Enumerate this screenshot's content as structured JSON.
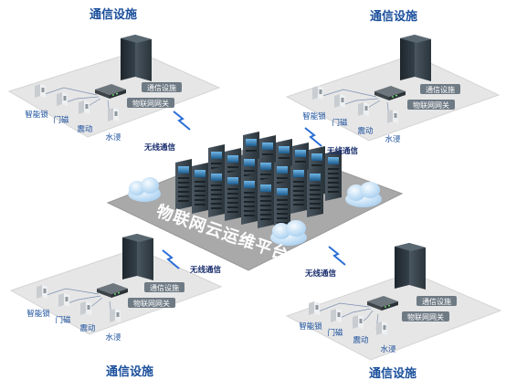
{
  "sites": {
    "top_left": {
      "title": "通信设施",
      "server_label": "通信设施",
      "gateway_label": "物联网网关",
      "devices": [
        "智能锁",
        "门磁",
        "震动",
        "水浸"
      ]
    },
    "top_right": {
      "title": "通信设施",
      "server_label": "通信设施",
      "gateway_label": "物联网网关",
      "devices": [
        "智能锁",
        "门磁",
        "震动",
        "水浸"
      ]
    },
    "bottom_left": {
      "title": "通信设施",
      "server_label": "通信设施",
      "gateway_label": "物联网网关",
      "devices": [
        "智能锁",
        "门磁",
        "震动",
        "水浸"
      ]
    },
    "bottom_right": {
      "title": "通信设施",
      "server_label": "通信设施",
      "gateway_label": "物联网网关",
      "devices": [
        "智能锁",
        "门磁",
        "震动",
        "水浸"
      ]
    }
  },
  "links": {
    "top_left": "无线通信",
    "top_right": "无线通信",
    "bottom_left": "无线通信",
    "bottom_right": "无线通信"
  },
  "platform": {
    "label": "物联网云运维平台"
  },
  "colors": {
    "accent": "#1a4f9c",
    "platform": "#a9a9a9",
    "tile": "#e3e3e3",
    "rack": "#2e3b44",
    "bolt": "#2a6ed8"
  }
}
